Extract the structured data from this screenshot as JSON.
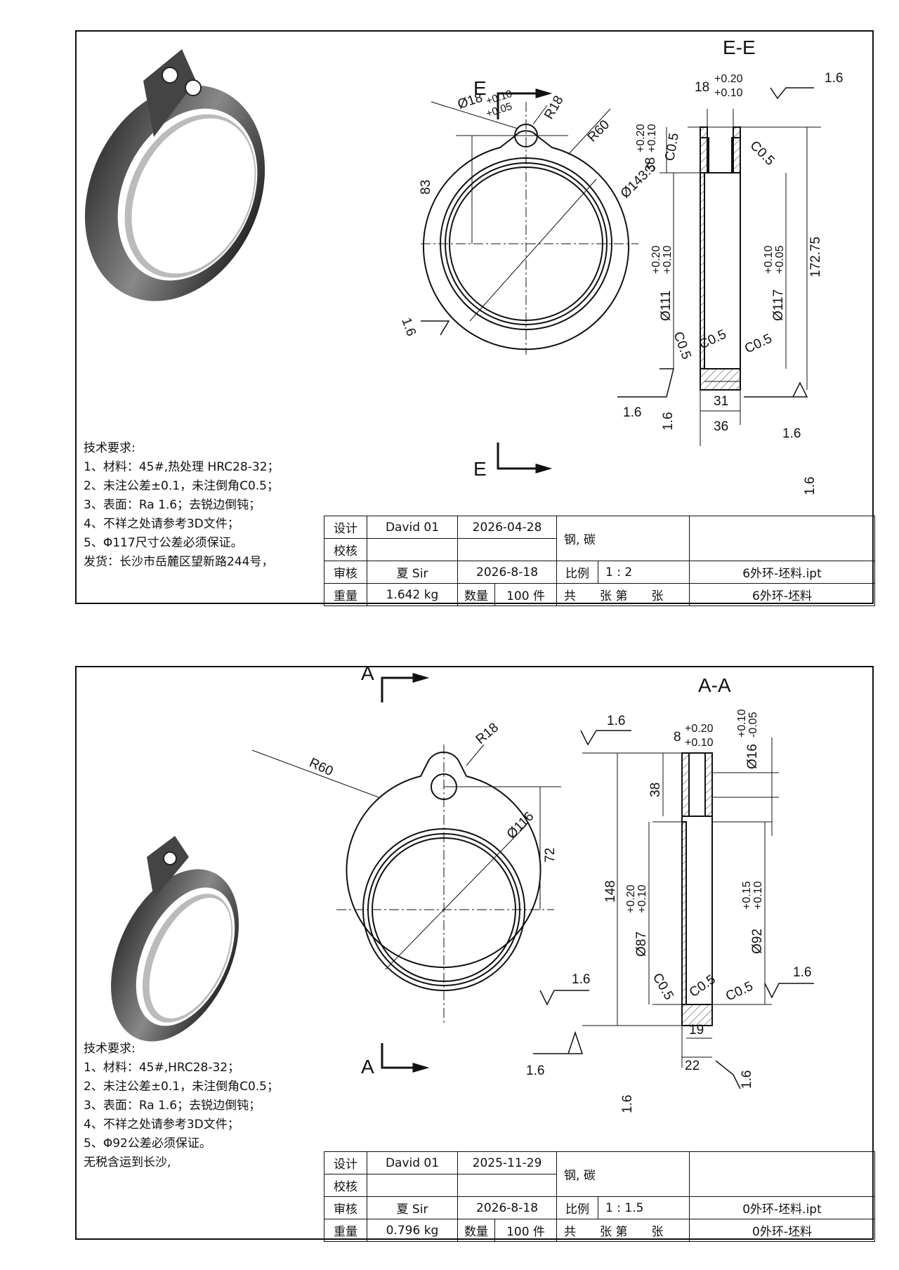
{
  "drawings": [
    {
      "section_label": "E-E",
      "cut_letter": "E",
      "front_dims": {
        "hole": "Ø18",
        "hole_tol_upper": "+0.10",
        "hole_tol_lower": "+0.05",
        "lug_radius": "R18",
        "blend_radius": "R60",
        "outer_dia": "Ø143.5",
        "center_dist": "83",
        "roughness": "1.6"
      },
      "section_dims": {
        "slot_width": "18",
        "slot_tol_upper": "+0.20",
        "slot_tol_lower": "+0.10",
        "slot_depth": "38",
        "slot_depth_tol_upper": "+0.20",
        "slot_depth_tol_lower": "+0.10",
        "overall_height": "172.75",
        "inner_dia": "Ø111",
        "inner_tol_upper": "+0.20",
        "inner_tol_lower": "+0.10",
        "groove_dia": "Ø117",
        "groove_tol_upper": "+0.10",
        "groove_tol_lower": "+0.05",
        "chamfer": "C0.5",
        "groove_width": "31",
        "ring_width": "36",
        "roughness": "1.6"
      },
      "notes_title": "技术要求:",
      "notes": [
        "1、材料：45#,热处理 HRC28-32；",
        "2、未注公差±0.1，未注倒角C0.5；",
        "3、表面：Ra 1.6；去锐边倒钝；",
        "4、不祥之处请参考3D文件；",
        "5、Φ117尺寸公差必须保证。",
        "发货：长沙市岳麓区望新路244号，"
      ],
      "title_block": {
        "design_label": "设计",
        "designer": "David 01",
        "design_date": "2026-04-28",
        "check_label": "校核",
        "review_label": "审核",
        "reviewer": "夏 Sir",
        "review_date": "2026-8-18",
        "weight_label": "重量",
        "weight": "1.642 kg",
        "qty_label": "数量",
        "qty": "100 件",
        "material": "钢, 碳",
        "scale_label": "比例",
        "scale": "1 : 2",
        "sheet_text": "共　　张 第　　张",
        "file_name": "6外环-坯料.ipt",
        "part_name": "6外环-坯料"
      }
    },
    {
      "section_label": "A-A",
      "cut_letter": "A",
      "front_dims": {
        "lug_radius": "R18",
        "blend_radius": "R60",
        "outer_dia": "Ø116",
        "center_dist": "72"
      },
      "section_dims": {
        "slot_width": "8",
        "slot_tol_upper": "+0.20",
        "slot_tol_lower": "+0.10",
        "hole": "Ø16",
        "hole_tol_upper": "+0.10",
        "hole_tol_lower": "-0.05",
        "slot_depth": "38",
        "overall_height": "148",
        "inner_dia": "Ø87",
        "inner_tol_upper": "+0.20",
        "inner_tol_lower": "+0.10",
        "groove_dia": "Ø92",
        "groove_tol_upper": "+0.15",
        "groove_tol_lower": "+0.10",
        "chamfer": "C0.5",
        "groove_width": "19",
        "ring_width": "22",
        "roughness": "1.6"
      },
      "notes_title": "技术要求:",
      "notes": [
        "1、材料：45#,HRC28-32；",
        "2、未注公差±0.1，未注倒角C0.5；",
        "3、表面：Ra 1.6；去锐边倒钝；",
        "4、不祥之处请参考3D文件；",
        "5、Φ92公差必须保证。",
        "无税含运到长沙,"
      ],
      "title_block": {
        "design_label": "设计",
        "designer": "David 01",
        "design_date": "2025-11-29",
        "check_label": "校核",
        "review_label": "审核",
        "reviewer": "夏 Sir",
        "review_date": "2026-8-18",
        "weight_label": "重量",
        "weight": "0.796 kg",
        "qty_label": "数量",
        "qty": "100 件",
        "material": "钢, 碳",
        "scale_label": "比例",
        "scale": "1 : 1.5",
        "sheet_text": "共　　张 第　　张",
        "file_name": "0外环-坯料.ipt",
        "part_name": "0外环-坯料"
      }
    }
  ]
}
